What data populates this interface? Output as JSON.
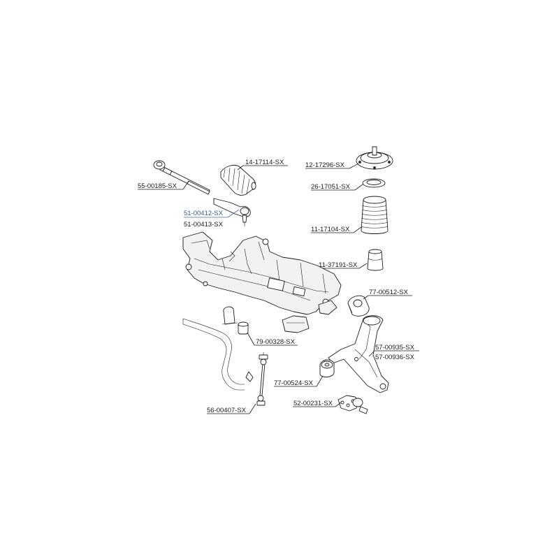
{
  "diagram": {
    "parts": [
      {
        "id": "tie-rod",
        "label": "55-00185-SX"
      },
      {
        "id": "steering-boot",
        "label": "14-17114-SX"
      },
      {
        "id": "tie-rod-end",
        "label": "51-00412-SX",
        "label_alt": "51-00413-SX",
        "highlight_color": "#3a5a8c"
      },
      {
        "id": "strut-mount",
        "label": "12-17296-SX"
      },
      {
        "id": "bearing",
        "label": "26-17051-SX"
      },
      {
        "id": "dust-boot",
        "label": "11-17104-SX"
      },
      {
        "id": "bump-stop",
        "label": "11-37191-SX"
      },
      {
        "id": "arm-bushing-rear",
        "label": "77-00512-SX"
      },
      {
        "id": "control-arm",
        "label": "57-00935-SX",
        "label_alt": "57-00936-SX"
      },
      {
        "id": "stabilizer-bushing",
        "label": "79-00328-SX"
      },
      {
        "id": "arm-bushing-front",
        "label": "77-00524-SX"
      },
      {
        "id": "ball-joint",
        "label": "52-00231-SX"
      },
      {
        "id": "stabilizer-link",
        "label": "56-00407-SX"
      }
    ]
  }
}
